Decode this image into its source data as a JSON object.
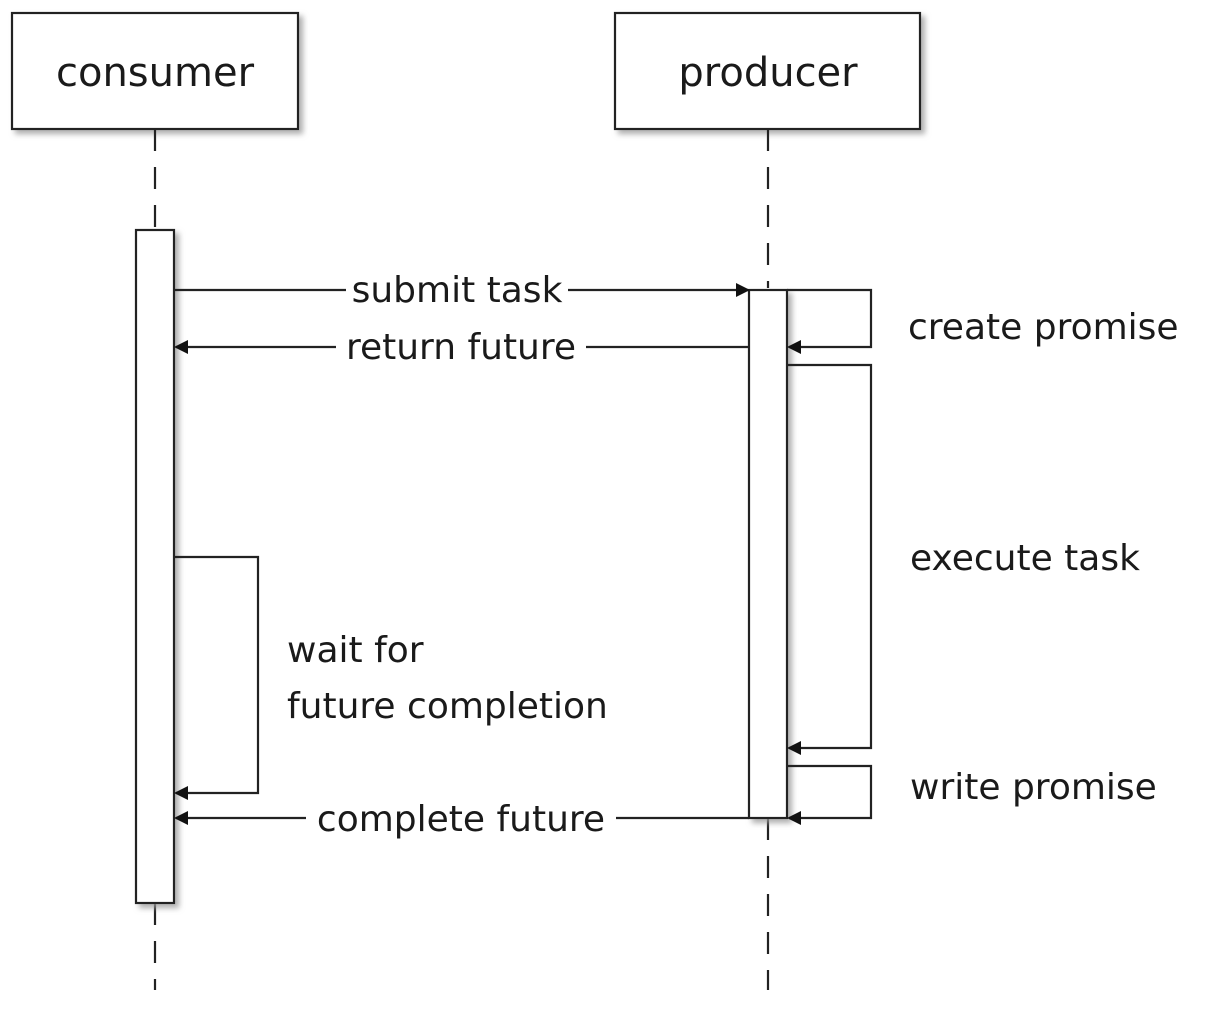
{
  "participants": {
    "consumer": "consumer",
    "producer": "producer"
  },
  "messages": {
    "submit_task": "submit task",
    "return_future": "return future",
    "complete_future": "complete future"
  },
  "self_calls": {
    "create_promise": "create promise",
    "execute_task": "execute task",
    "write_promise": "write promise",
    "wait_line1": "wait for",
    "wait_line2": "future completion"
  },
  "colors": {
    "stroke": "#222222",
    "background": "#ffffff",
    "shadow": "#9a9a9a"
  }
}
